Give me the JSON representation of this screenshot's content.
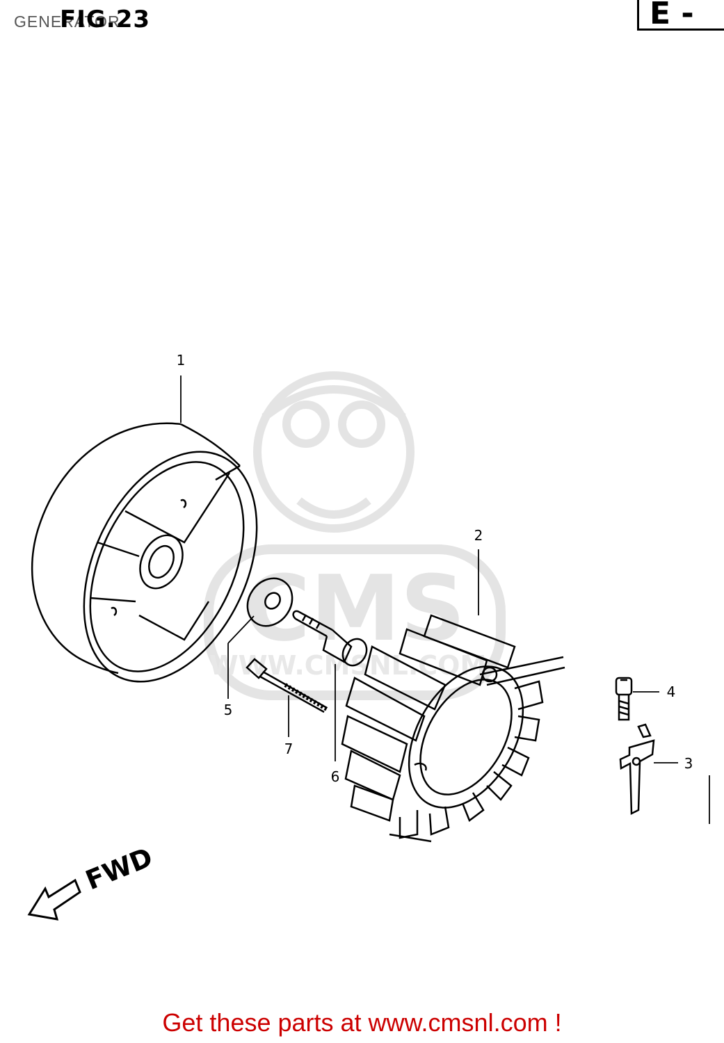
{
  "header": {
    "title": "GENERATOR",
    "figure": "FIG.23",
    "section": "E -"
  },
  "callouts": [
    {
      "number": "1",
      "part": "flywheel-rotor"
    },
    {
      "number": "2",
      "part": "stator"
    },
    {
      "number": "3",
      "part": "clamp"
    },
    {
      "number": "4",
      "part": "screw"
    },
    {
      "number": "5",
      "part": "washer"
    },
    {
      "number": "6",
      "part": "bolt"
    },
    {
      "number": "7",
      "part": "bolt-long"
    }
  ],
  "direction": {
    "label": "FWD",
    "icon": "arrow-left-icon"
  },
  "watermark": {
    "text": "CMS",
    "url": "WWW.CMSNL.COM"
  },
  "footer": {
    "promo": "Get these parts at www.cmsnl.com !"
  },
  "colors": {
    "line": "#000000",
    "watermark": "#e4e4e4",
    "promo": "#cc0000",
    "header": "#555555"
  }
}
